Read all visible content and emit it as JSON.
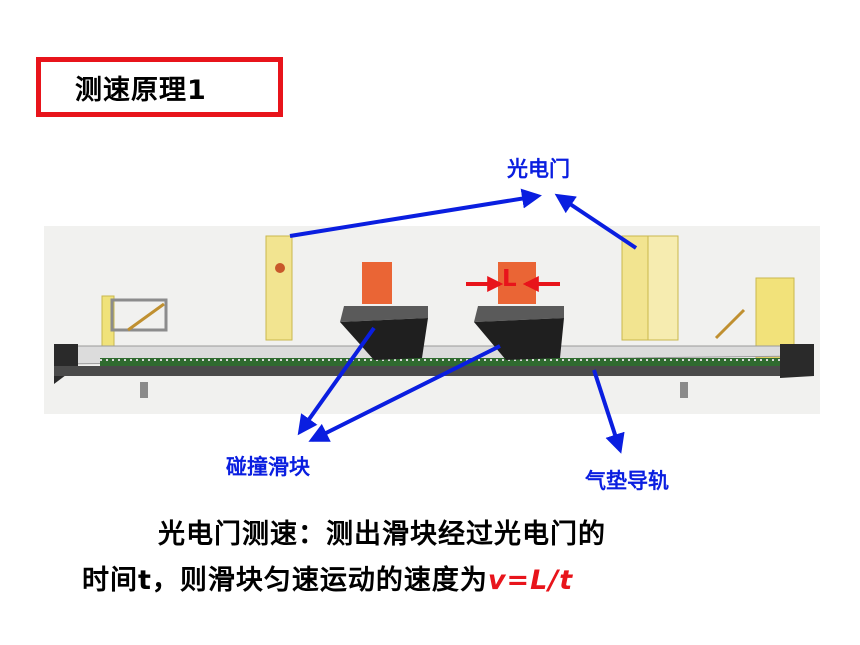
{
  "title": "测速原理1",
  "labels": {
    "photogate": "光电门",
    "slider": "碰撞滑块",
    "air_track": "气垫导轨",
    "length_mark": "L"
  },
  "caption": {
    "line1": "光电门测速：测出滑块经过光电门的",
    "line2_prefix": "时间t，则滑块匀速运动的速度为",
    "formula": "v=L/t"
  },
  "colors": {
    "title_border": "#e8141b",
    "label_blue": "#0a1ee0",
    "arrow_blue": "#0a1ee0",
    "arrow_red": "#e8141b",
    "formula_red": "#e8141b"
  }
}
